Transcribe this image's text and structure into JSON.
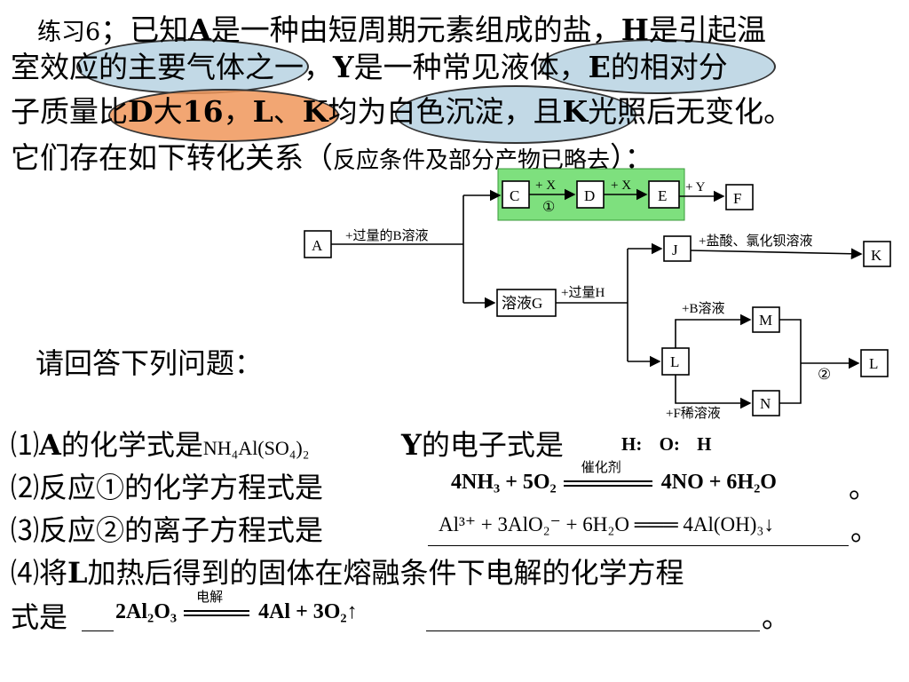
{
  "problem": {
    "line1_a": "练习6",
    "line1_b": "；已知",
    "line1_c": "A",
    "line1_d": "是一种由短周期元素组成的盐，",
    "line1_e": "H",
    "line1_f": "是引起温",
    "line2_a": "室效应的主要气体之一，",
    "line2_b": "Y",
    "line2_c": "是一种常见液体，",
    "line2_d": "E",
    "line2_e": "的相对分",
    "line3_a": "子质量比",
    "line3_b": "D",
    "line3_c": "大",
    "line3_d": "16",
    "line3_e": "，",
    "line3_f": "L",
    "line3_g": "、",
    "line3_h": "K",
    "line3_i": "均为白色沉淀，且",
    "line3_j": "K",
    "line3_k": "光照后无变化。",
    "line4_a": "它们存在如下转化关系（",
    "line4_b": "反应条件及部分产物已略去",
    "line4_c": "）："
  },
  "diagram": {
    "nodes": [
      "A",
      "C",
      "D",
      "E",
      "F",
      "J",
      "K",
      "溶液G",
      "M",
      "L",
      "N",
      "L"
    ],
    "labels": [
      "+过量的B溶液",
      "+ X",
      "①",
      "+ X",
      "+ Y",
      "+盐酸、氯化钡溶液",
      "+过量H",
      "+B溶液",
      "②",
      "+F稀溶液"
    ],
    "highlight_color": "#7ee07e"
  },
  "questions": {
    "intro": "请回答下列问题：",
    "q1_a": "⑴",
    "q1_b": "A",
    "q1_c": "的化学式是",
    "q1_ans": "NH₄Al(SO₄)₂",
    "q1_d": "Y",
    "q1_e": "的电子式是",
    "q1_ans2": "H:  O:  H",
    "q2_a": "⑵反应①的化学方程式是",
    "q2_ans_left": "4NH₃ + 5O₂",
    "q2_ans_cond": "催化剂",
    "q2_ans_right": "4NO + 6H₂O",
    "q2_end": "。",
    "q3_a": "⑶反应②的离子方程式是",
    "q3_ans": "Al³⁺ + 3AlO₂⁻ + 6H₂O ═══ 4Al(OH)₃↓",
    "q3_end": "。",
    "q4_a": "⑷将",
    "q4_b": "L",
    "q4_c": "加热后得到的固体在熔融条件下电解的化学方程",
    "q4_d": "式是",
    "q4_ans_left": "2Al₂O₃",
    "q4_ans_cond": "电解",
    "q4_ans_right": "4Al + 3O₂↑",
    "q4_end": "。"
  }
}
